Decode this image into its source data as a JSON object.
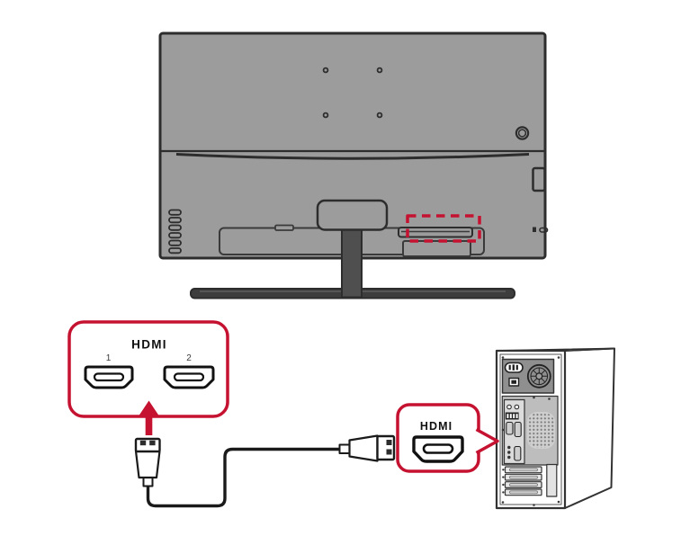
{
  "colors": {
    "accent": "#c51230",
    "monitor_body": "#9c9c9c",
    "outline_dark": "#2d2d2d",
    "stand_neck": "#4f4f4f",
    "stand_base": "#3d3d3d",
    "cable": "#1a1a1a"
  },
  "monitor_hdmi_callout": {
    "logo_text": "HDMI",
    "ports": [
      {
        "label": "1",
        "icon": "hdmi-port-icon"
      },
      {
        "label": "2",
        "icon": "hdmi-port-icon"
      }
    ],
    "arrow_icon": "up-arrow-icon"
  },
  "pc_hdmi_callout": {
    "logo_text": "HDMI",
    "icon": "hdmi-port-icon"
  }
}
